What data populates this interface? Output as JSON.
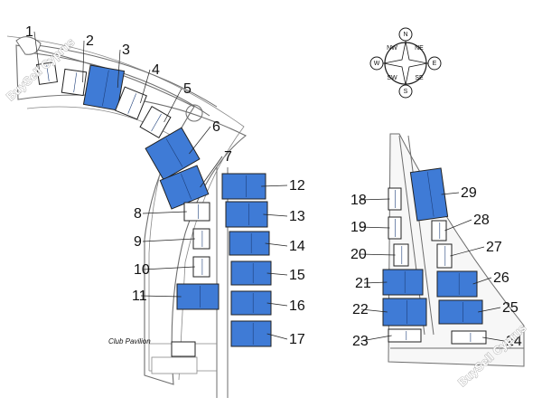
{
  "watermark": "BuySell Cyprus",
  "club_label": "Club Pavilion",
  "compass": {
    "N": "N",
    "NE": "NE",
    "E": "E",
    "SE": "SE",
    "S": "S",
    "SW": "SW",
    "W": "W",
    "NW": "NW",
    "ring_color": "#1a1a1a",
    "fill_color": "#ffffff"
  },
  "colors": {
    "highlight": "#3f7bd6",
    "plain": "#ffffff",
    "road_stroke": "#6e6e6e",
    "label": "#111111"
  },
  "plots": [
    {
      "n": "1",
      "highlighted": false
    },
    {
      "n": "2",
      "highlighted": false
    },
    {
      "n": "3",
      "highlighted": true
    },
    {
      "n": "4",
      "highlighted": false
    },
    {
      "n": "5",
      "highlighted": false
    },
    {
      "n": "6",
      "highlighted": true
    },
    {
      "n": "7",
      "highlighted": true
    },
    {
      "n": "8",
      "highlighted": false
    },
    {
      "n": "9",
      "highlighted": false
    },
    {
      "n": "10",
      "highlighted": false
    },
    {
      "n": "11",
      "highlighted": true
    },
    {
      "n": "12",
      "highlighted": true
    },
    {
      "n": "13",
      "highlighted": true
    },
    {
      "n": "14",
      "highlighted": true
    },
    {
      "n": "15",
      "highlighted": true
    },
    {
      "n": "16",
      "highlighted": true
    },
    {
      "n": "17",
      "highlighted": true
    },
    {
      "n": "18",
      "highlighted": false
    },
    {
      "n": "19",
      "highlighted": false
    },
    {
      "n": "20",
      "highlighted": false
    },
    {
      "n": "21",
      "highlighted": true
    },
    {
      "n": "22",
      "highlighted": true
    },
    {
      "n": "23",
      "highlighted": false
    },
    {
      "n": "24",
      "highlighted": false
    },
    {
      "n": "25",
      "highlighted": true
    },
    {
      "n": "26",
      "highlighted": true
    },
    {
      "n": "27",
      "highlighted": false
    },
    {
      "n": "28",
      "highlighted": false
    },
    {
      "n": "29",
      "highlighted": true
    }
  ]
}
